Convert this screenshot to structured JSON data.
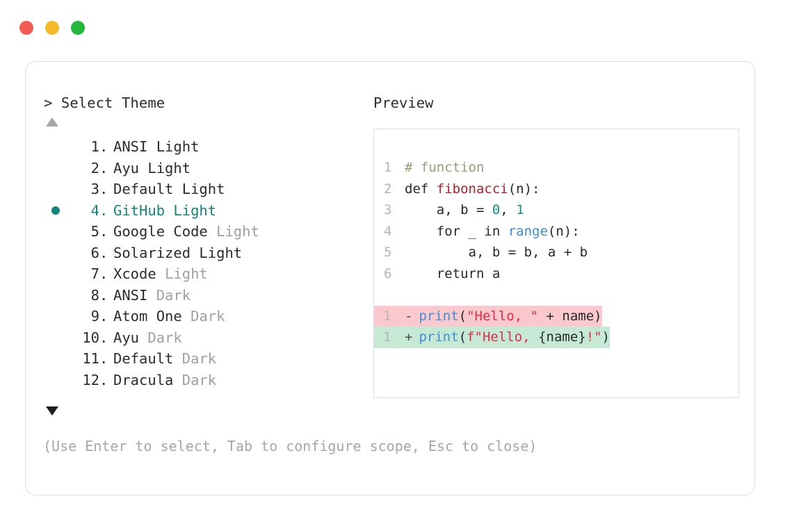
{
  "window": {
    "dots": [
      {
        "name": "close-dot",
        "color": "#f45b51"
      },
      {
        "name": "minimize-dot",
        "color": "#f5b827"
      },
      {
        "name": "maximize-dot",
        "color": "#23b83c"
      }
    ]
  },
  "selector": {
    "prompt_caret": ">",
    "prompt_label": "Select Theme",
    "scroll_up_indicator": "▲",
    "scroll_down_indicator": "▼",
    "selected_index": 4,
    "selection_bullet": "●",
    "separator": ".",
    "accent_color": "#15847d",
    "items": [
      {
        "index": "1",
        "name": "ANSI",
        "variant": "Light",
        "variant_muted": false,
        "selected": false
      },
      {
        "index": "2",
        "name": "Ayu",
        "variant": "Light",
        "variant_muted": false,
        "selected": false
      },
      {
        "index": "3",
        "name": "Default",
        "variant": "Light",
        "variant_muted": false,
        "selected": false
      },
      {
        "index": "4",
        "name": "GitHub",
        "variant": "Light",
        "variant_muted": false,
        "selected": true
      },
      {
        "index": "5",
        "name": "Google Code",
        "variant": "Light",
        "variant_muted": true,
        "selected": false
      },
      {
        "index": "6",
        "name": "Solarized",
        "variant": "Light",
        "variant_muted": false,
        "selected": false
      },
      {
        "index": "7",
        "name": "Xcode",
        "variant": "Light",
        "variant_muted": true,
        "selected": false
      },
      {
        "index": "8",
        "name": "ANSI",
        "variant": "Dark",
        "variant_muted": true,
        "selected": false
      },
      {
        "index": "9",
        "name": "Atom One",
        "variant": "Dark",
        "variant_muted": true,
        "selected": false
      },
      {
        "index": "10",
        "name": "Ayu",
        "variant": "Dark",
        "variant_muted": true,
        "selected": false
      },
      {
        "index": "11",
        "name": "Default",
        "variant": "Dark",
        "variant_muted": true,
        "selected": false
      },
      {
        "index": "12",
        "name": "Dracula",
        "variant": "Dark",
        "variant_muted": true,
        "selected": false
      }
    ]
  },
  "preview": {
    "label": "Preview",
    "code_lines": [
      {
        "lineno": "1",
        "tokens": [
          {
            "text": "# function",
            "type": "comment"
          }
        ]
      },
      {
        "lineno": "2",
        "tokens": [
          {
            "text": "def ",
            "type": "kw"
          },
          {
            "text": "fibonacci",
            "type": "fn"
          },
          {
            "text": "(n):",
            "type": "plain"
          }
        ]
      },
      {
        "lineno": "3",
        "tokens": [
          {
            "text": "    a, b = ",
            "type": "plain"
          },
          {
            "text": "0",
            "type": "num"
          },
          {
            "text": ", ",
            "type": "plain"
          },
          {
            "text": "1",
            "type": "num"
          }
        ]
      },
      {
        "lineno": "4",
        "tokens": [
          {
            "text": "    for _ in ",
            "type": "plain"
          },
          {
            "text": "range",
            "type": "builtin"
          },
          {
            "text": "(n):",
            "type": "plain"
          }
        ]
      },
      {
        "lineno": "5",
        "tokens": [
          {
            "text": "        a, b = b, a + b",
            "type": "plain"
          }
        ]
      },
      {
        "lineno": "6",
        "tokens": [
          {
            "text": "    return a",
            "type": "plain"
          }
        ]
      }
    ],
    "diff_lines": [
      {
        "lineno": "1",
        "sign": "-",
        "kind": "del",
        "bg_color": "#f9c9cd",
        "tokens": [
          {
            "text": "print",
            "type": "builtin"
          },
          {
            "text": "(",
            "type": "plain"
          },
          {
            "text": "\"Hello, \"",
            "type": "str"
          },
          {
            "text": " + name)",
            "type": "plain"
          }
        ]
      },
      {
        "lineno": "1",
        "sign": "+",
        "kind": "add",
        "bg_color": "#c6e9d6",
        "tokens": [
          {
            "text": "print",
            "type": "builtin"
          },
          {
            "text": "(",
            "type": "plain"
          },
          {
            "text": "f\"Hello, ",
            "type": "str"
          },
          {
            "text": "{name}",
            "type": "plain"
          },
          {
            "text": "!\"",
            "type": "str"
          },
          {
            "text": ")",
            "type": "plain"
          }
        ]
      }
    ]
  },
  "footer": {
    "hint": "(Use Enter to select, Tab to configure scope, Esc to close)"
  }
}
